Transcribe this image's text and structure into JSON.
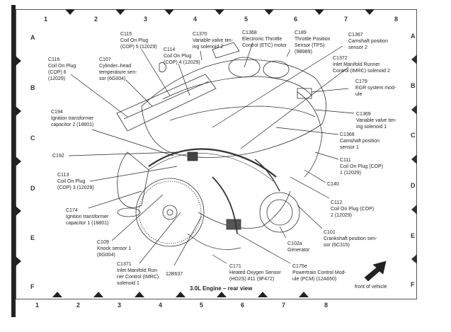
{
  "diagram": {
    "title": "3.0L Engine – rear view",
    "front_of_vehicle": "front of vehicle",
    "columns": [
      "1",
      "2",
      "3",
      "4",
      "5",
      "6",
      "7",
      "8"
    ],
    "rows": [
      "A",
      "B",
      "C",
      "D",
      "E",
      "F"
    ],
    "labels": [
      {
        "id": "C115",
        "text": "C115\nCoil On Plug\n(COP) 5 (12029)"
      },
      {
        "id": "C1370",
        "text": "C1370\nVariable valve tim-\ning solenoid 2"
      },
      {
        "id": "C1368",
        "text": "C1368\nElectronic Throttle\nControl (ETC) motor"
      },
      {
        "id": "C189",
        "text": "C189\nThrottle Position\nSensor (TPS)\n(9B989)"
      },
      {
        "id": "C1367",
        "text": "C1367\nCamshaft position\nsensor 2"
      },
      {
        "id": "C116",
        "text": "C116\nCoil On Plug\n(COP) 6\n(12029)"
      },
      {
        "id": "C107",
        "text": "C107\nCylinder–head\ntemperature sen-\nsor (6G004)"
      },
      {
        "id": "C114",
        "text": "C114\nCoil On Plug\n(COP) 4 (12029)"
      },
      {
        "id": "C1372",
        "text": "C1372\nInlet Manifold Runner\nControl (IMRC) solenoid 2"
      },
      {
        "id": "C179",
        "text": "C179\nEGR system mod-\nule"
      },
      {
        "id": "C194",
        "text": "C194\nIgnition transformer\ncapacitor 2 (18801)"
      },
      {
        "id": "C1369",
        "text": "C1369\nVariable valve tim-\ning solenoid 1"
      },
      {
        "id": "C1366",
        "text": "C1366\nCamshaft position\nsensor 1"
      },
      {
        "id": "C192",
        "text": "C192"
      },
      {
        "id": "C111",
        "text": "C111\nCoil On Plug (COP)\n1 (12029)"
      },
      {
        "id": "C113",
        "text": "C113\nCoil On Plug\n(COP) 3 (12029)"
      },
      {
        "id": "C140",
        "text": "C140"
      },
      {
        "id": "C112",
        "text": "C112\nCoil On Plug (COP)\n2 (12029)"
      },
      {
        "id": "C174",
        "text": "C174\nIgnition transformer\ncapacitor 1 (18801)"
      },
      {
        "id": "C101",
        "text": "C101\nCrankshaft position sen-\nsor (6C315)"
      },
      {
        "id": "C109",
        "text": "C109\nKnock sensor 1\n(6G004)"
      },
      {
        "id": "C102a",
        "text": "C102a\nGenerator"
      },
      {
        "id": "C1371",
        "text": "C1371\nInlet Manifold Run-\nner Control (IMRC)\nsolenoid 1"
      },
      {
        "id": "12B637",
        "text": "12B637"
      },
      {
        "id": "C171",
        "text": "C171\nHeated Oxygen Sensor\n(HO2S) #11 (9F472)"
      },
      {
        "id": "C175e",
        "text": "C175e\nPowertrain Control Mod-\nule (PCM) (12A650)"
      }
    ]
  }
}
